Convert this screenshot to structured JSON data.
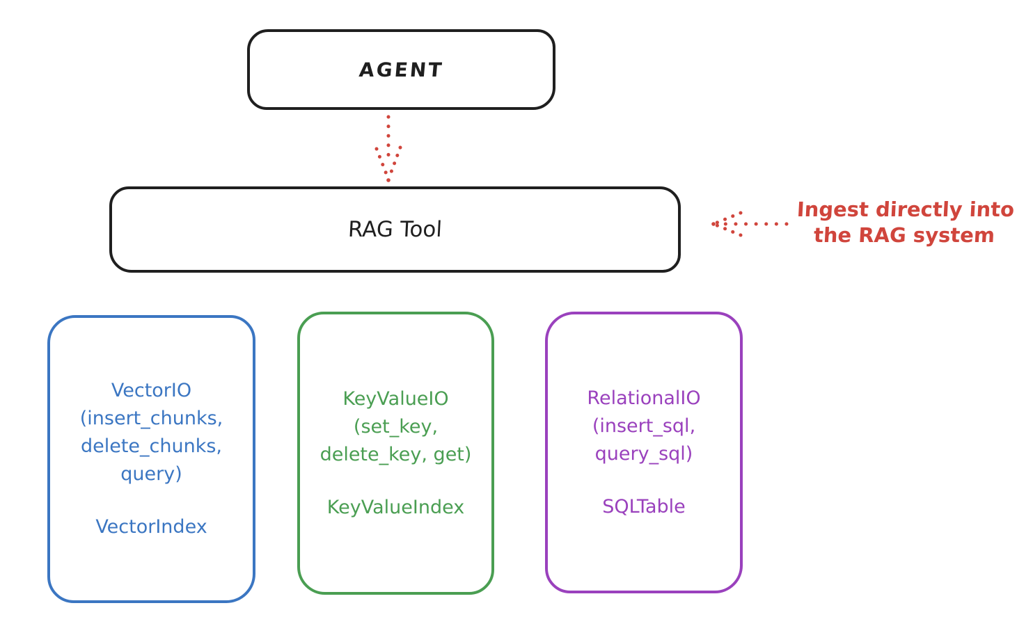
{
  "diagram": {
    "background": "#ffffff",
    "ink_color": "#1f1f1f",
    "accent_red": "#d0453c",
    "nodes": {
      "agent": {
        "label": "AGENT"
      },
      "rag_tool": {
        "label": "RAG Tool"
      }
    },
    "annotation": {
      "lines": [
        "Ingest directly into",
        "the RAG system"
      ],
      "color": "#d0453c"
    },
    "arrows": {
      "agent_to_rag": {
        "style": "dotted",
        "direction": "down",
        "color": "#d0453c"
      },
      "annotation_to_rag": {
        "style": "dotted",
        "direction": "left",
        "color": "#d0453c"
      }
    },
    "backends": [
      {
        "lines": [
          "VectorIO",
          "(insert_chunks,",
          "delete_chunks,",
          "query)"
        ],
        "index_label": "VectorIndex",
        "color": "#3b76c2"
      },
      {
        "lines": [
          "KeyValueIO",
          "(set_key,",
          "delete_key, get)"
        ],
        "index_label": "KeyValueIndex",
        "color": "#4a9e52"
      },
      {
        "lines": [
          "RelationalIO",
          "(insert_sql,",
          "query_sql)"
        ],
        "index_label": "SQLTable",
        "color": "#9a41bd"
      }
    ]
  }
}
